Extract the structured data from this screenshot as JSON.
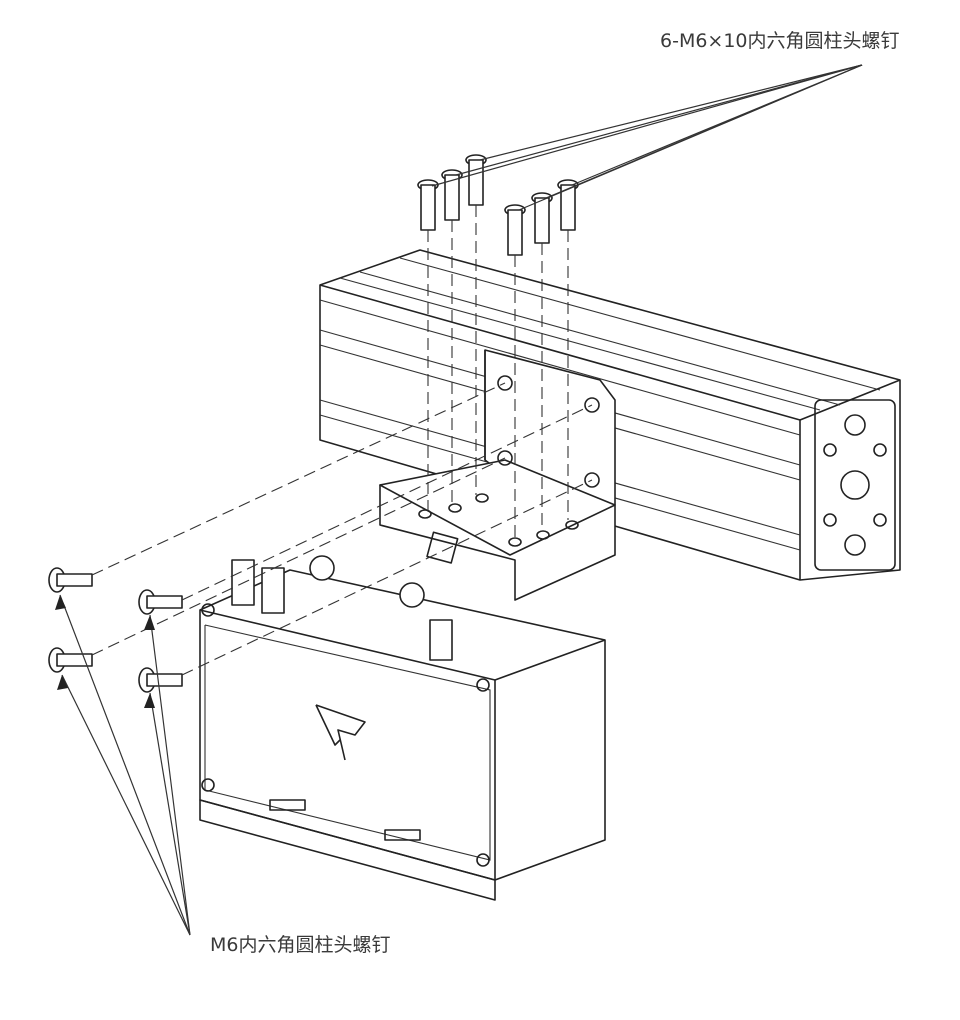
{
  "diagram": {
    "type": "exploded assembly drawing",
    "labels": {
      "top_screws": "6-M6×10内六角圆柱头螺钉",
      "side_screws": "M6内六角圆柱头螺钉"
    },
    "components": [
      {
        "name": "aluminum-extrusion-profile",
        "description": "Slotted aluminum extrusion beam"
      },
      {
        "name": "mounting-bracket",
        "description": "L-shaped bracket with 6 top holes and 4 side holes"
      },
      {
        "name": "control-box",
        "description": "Rectangular housing with logo, connectors and pneumatic fittings"
      },
      {
        "name": "top-screws",
        "count": 6,
        "spec": "M6×10"
      },
      {
        "name": "side-screws",
        "count": 4,
        "spec": "M6"
      }
    ],
    "colors": {
      "line": "#222222",
      "text": "#3a3a3a",
      "background": "#ffffff"
    }
  }
}
